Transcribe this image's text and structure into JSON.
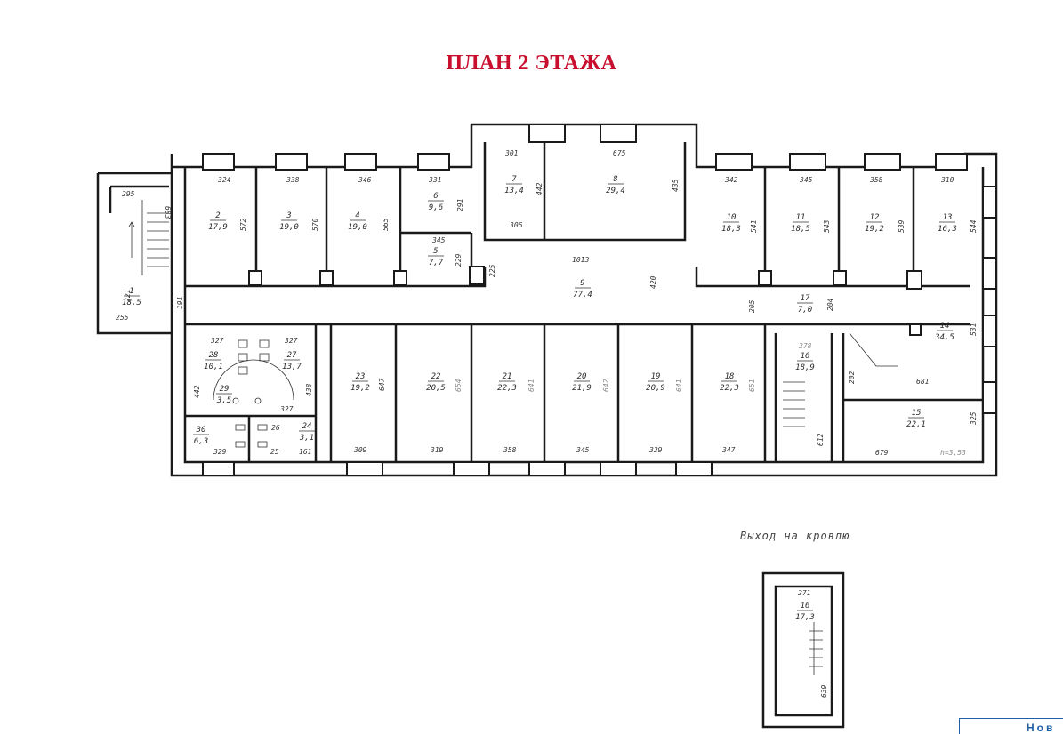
{
  "title": {
    "text": "ПЛАН 2 ЭТАЖА",
    "color": "#c8102e"
  },
  "roof_exit": {
    "label": "Выход на кровлю"
  },
  "stamp": {
    "text": "Нов",
    "color": "#1f5fa8"
  },
  "rooms": [
    {
      "id": "r1",
      "no": "1",
      "area": "18,5"
    },
    {
      "id": "r2",
      "no": "2",
      "area": "17,9"
    },
    {
      "id": "r3",
      "no": "3",
      "area": "19,0"
    },
    {
      "id": "r4",
      "no": "4",
      "area": "19,0"
    },
    {
      "id": "r5",
      "no": "5",
      "area": "7,7"
    },
    {
      "id": "r6",
      "no": "6",
      "area": "9,6"
    },
    {
      "id": "r7",
      "no": "7",
      "area": "13,4"
    },
    {
      "id": "r8",
      "no": "8",
      "area": "29,4"
    },
    {
      "id": "r9",
      "no": "9",
      "area": "77,4"
    },
    {
      "id": "r10",
      "no": "10",
      "area": "18,3"
    },
    {
      "id": "r11",
      "no": "11",
      "area": "18,5"
    },
    {
      "id": "r12",
      "no": "12",
      "area": "19,2"
    },
    {
      "id": "r13",
      "no": "13",
      "area": "16,3"
    },
    {
      "id": "r14",
      "no": "14",
      "area": "34,5"
    },
    {
      "id": "r15",
      "no": "15",
      "area": "22,1"
    },
    {
      "id": "r16",
      "no": "16",
      "area": "18,9"
    },
    {
      "id": "r17",
      "no": "17",
      "area": "7,0"
    },
    {
      "id": "r18",
      "no": "18",
      "area": "22,3"
    },
    {
      "id": "r19",
      "no": "19",
      "area": "20,9"
    },
    {
      "id": "r20",
      "no": "20",
      "area": "21,9"
    },
    {
      "id": "r21",
      "no": "21",
      "area": "22,3"
    },
    {
      "id": "r22",
      "no": "22",
      "area": "20,5"
    },
    {
      "id": "r23",
      "no": "23",
      "area": "19,2"
    },
    {
      "id": "r24",
      "no": "24",
      "area": "3,1"
    },
    {
      "id": "r27",
      "no": "27",
      "area": "13,7"
    },
    {
      "id": "r28",
      "no": "28",
      "area": "10,1"
    },
    {
      "id": "r29",
      "no": "29",
      "area": "3,5"
    },
    {
      "id": "r30",
      "no": "30",
      "area": "6,3"
    },
    {
      "id": "r16b",
      "no": "16",
      "area": "17,3"
    }
  ],
  "dimensions": [
    "295",
    "683",
    "221",
    "255",
    "191",
    "324",
    "572",
    "338",
    "570",
    "346",
    "565",
    "331",
    "291",
    "345",
    "229",
    "225",
    "301",
    "442",
    "675",
    "435",
    "306",
    "1013",
    "420",
    "342",
    "541",
    "345",
    "543",
    "358",
    "539",
    "310",
    "544",
    "205",
    "204",
    "531",
    "681",
    "325",
    "679",
    "h=3,53",
    "327",
    "327",
    "442",
    "438",
    "327",
    "26",
    "25",
    "161",
    "329",
    "309",
    "647",
    "319",
    "654",
    "358",
    "641",
    "345",
    "642",
    "329",
    "641",
    "347",
    "651",
    "278",
    "612",
    "202",
    "271",
    "639"
  ]
}
